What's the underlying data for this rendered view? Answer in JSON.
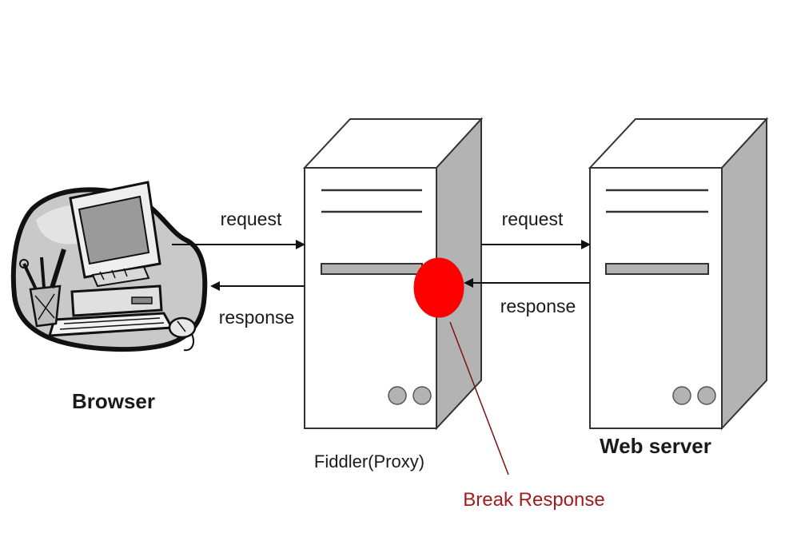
{
  "diagram": {
    "nodes": {
      "browser": {
        "label": "Browser",
        "icon": "desktop-computer-clipart-icon"
      },
      "proxy": {
        "label": "Fiddler(Proxy)",
        "icon": "server-tower-icon"
      },
      "webserver": {
        "label": "Web server",
        "icon": "server-tower-icon"
      }
    },
    "edges": {
      "browser_to_proxy_request": {
        "label": "request",
        "from": "browser",
        "to": "proxy"
      },
      "proxy_to_browser_response": {
        "label": "response",
        "from": "proxy",
        "to": "browser"
      },
      "proxy_to_server_request": {
        "label": "request",
        "from": "proxy",
        "to": "webserver"
      },
      "server_to_proxy_response": {
        "label": "response",
        "from": "webserver",
        "to": "proxy"
      }
    },
    "breakpoint": {
      "label": "Break Response",
      "marker_color": "#ff0000",
      "label_color": "#a11d1d"
    },
    "colors": {
      "server_side": "#b3b3b3",
      "outline": "#333333"
    }
  }
}
